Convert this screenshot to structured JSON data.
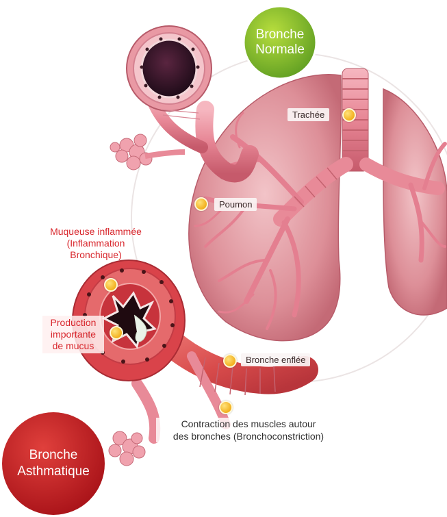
{
  "badges": {
    "normal": [
      "Bronche",
      "Normale"
    ],
    "asthmatic": [
      "Bronche",
      "Asthmatique"
    ]
  },
  "labels": {
    "trachee": "Trachée",
    "poumon": "Poumon",
    "muqueuse": [
      "Muqueuse inflammée",
      "(Inflammation",
      "Bronchique)"
    ],
    "production": [
      "Production",
      "importante",
      "de mucus"
    ],
    "bronche_enflee": "Bronche enflée",
    "contraction": [
      "Contraction des muscles autour",
      "des bronches (Bronchoconstriction)"
    ]
  },
  "colors": {
    "normal_badge": "#7cb82f",
    "asthmatic_badge": "#c91f24",
    "label_red": "#d8262c",
    "marker_yellow": "#f2b01e",
    "tissue_pink": "#e88a98"
  }
}
